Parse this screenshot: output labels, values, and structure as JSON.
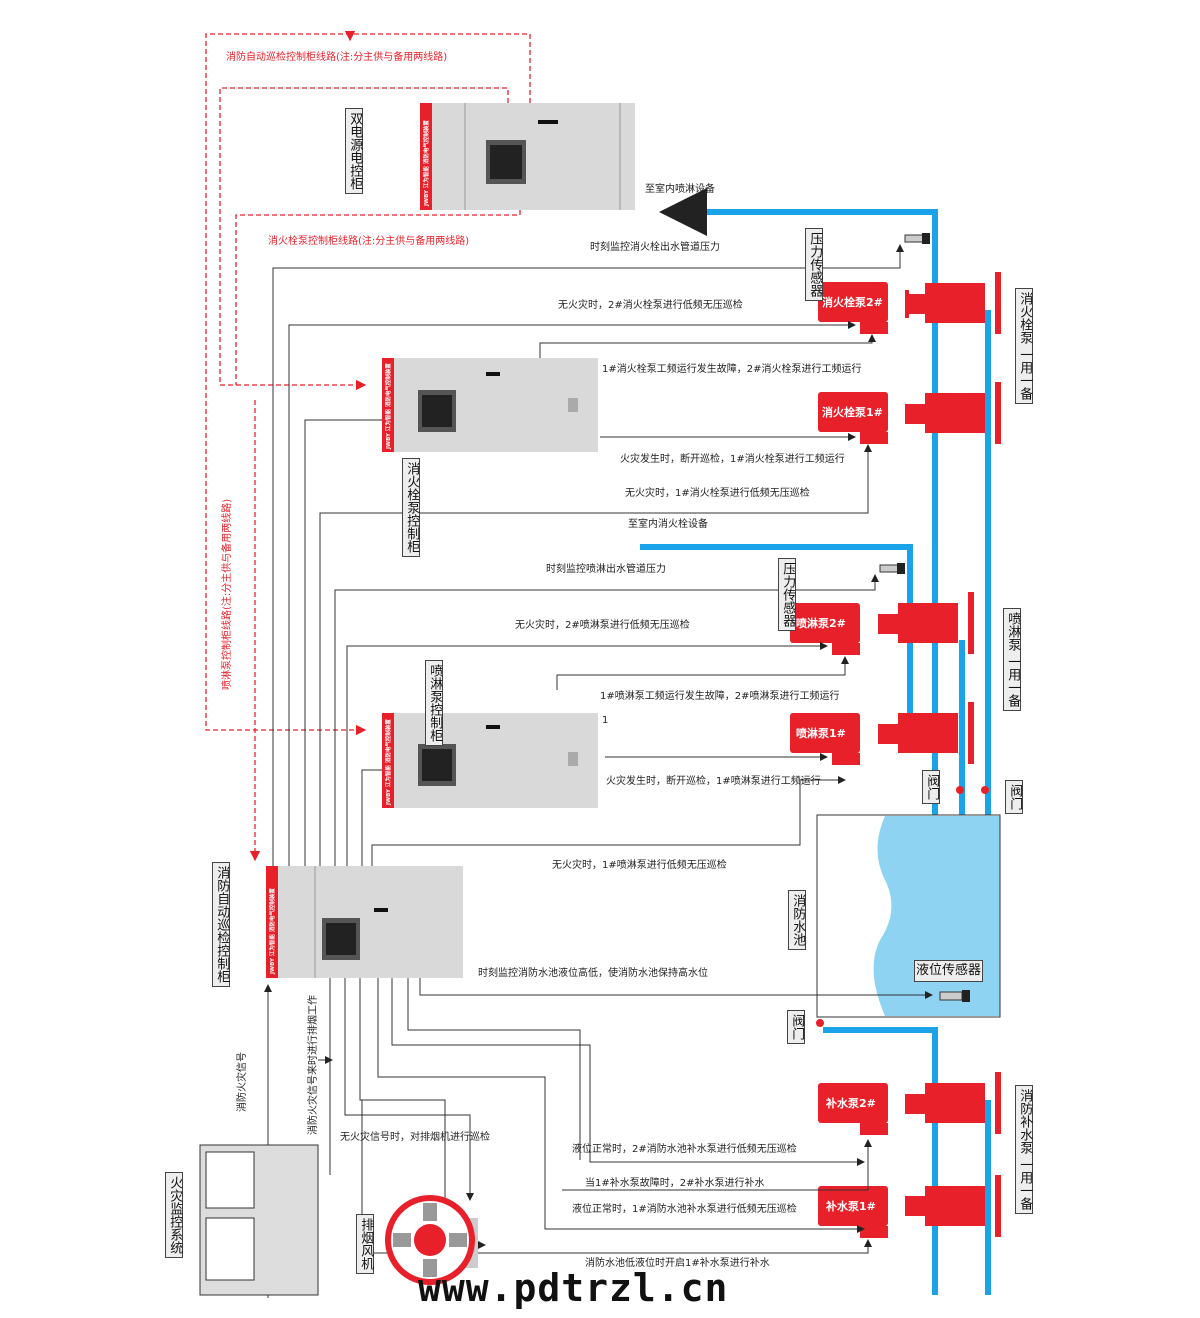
{
  "colors": {
    "pipe": "#1aa3e8",
    "pump": "#e8202a",
    "water": "#8fd3f3",
    "cabinet": "#d9d9d9",
    "line": "#333333"
  },
  "red_lines": {
    "top": "消防自动巡检控制柜线路(注:分主供与备用两线路)",
    "hydrant": "消火栓泵控制柜线路(注:分主供与备用两线路)",
    "sprinkler": "喷淋泵控制柜线路(注:分主供与备用两线路)"
  },
  "boxes": {
    "dual_power": "双电源电控柜",
    "hydrant_cab": "消火栓泵控制柜",
    "sprinkler_cab": "喷淋泵控制柜",
    "patrol_cab": "消防自动巡检控制柜",
    "fire_monitor": "火灾监控系统",
    "fan": "排烟风机",
    "pressure1": "压力传感器",
    "pressure2": "压力传感器",
    "hydrant_group": "消火栓泵 一用一备",
    "sprinkler_group": "喷淋泵 一用一备",
    "refill_group": "消防补水泵 一用一备",
    "valve1": "阀门",
    "valve2": "阀门",
    "valve3": "阀门",
    "tank": "消防水池",
    "level_sensor": "液位传感器"
  },
  "cabinet_brand": "JWBY 江为智能  消防电气控制装置",
  "pumps": {
    "h2": "消火栓泵2#",
    "h1": "消火栓泵1#",
    "s2": "喷淋泵2#",
    "s1": "喷淋泵1#",
    "r2": "补水泵2#",
    "r1": "补水泵1#"
  },
  "labels": {
    "to_sprinkler": "至室内喷淋设备",
    "h_pressure": "时刻监控消火栓出水管道压力",
    "h2_patrol": "无火灾时，2#消火栓泵进行低频无压巡检",
    "h_fault": "1#消火栓泵工频运行发生故障，2#消火栓泵进行工频运行",
    "h_fire": "火灾发生时，断开巡检，1#消火栓泵进行工频运行",
    "h1_patrol": "无火灾时，1#消火栓泵进行低频无压巡检",
    "to_hydrant": "至室内消火栓设备",
    "s_pressure": "时刻监控喷淋出水管道压力",
    "s2_patrol": "无火灾时，2#喷淋泵进行低频无压巡检",
    "s_fault": "1#喷淋泵工频运行发生故障，2#喷淋泵进行工频运行",
    "s_fire": "火灾发生时，断开巡检，1#喷淋泵进行工频运行",
    "s1_patrol": "无火灾时，1#喷淋泵进行低频无压巡检",
    "level": "时刻监控消防水池液位高低，使消防水池保持高水位",
    "fire_signal": "消防火灾信号",
    "smoke_work": "消防火灾信号来时进行排烟工作",
    "fan_patrol": "无火灾信号时，对排烟机进行巡检",
    "r2_patrol": "液位正常时，2#消防水池补水泵进行低频无压巡检",
    "r_fault": "当1#补水泵故障时，2#补水泵进行补水",
    "r1_patrol": "液位正常时，1#消防水池补水泵进行低频无压巡检",
    "r_low": "消防水池低液位时开启1#补水泵进行补水",
    "stray": "1"
  },
  "watermark": "www.pdtrzl.cn"
}
